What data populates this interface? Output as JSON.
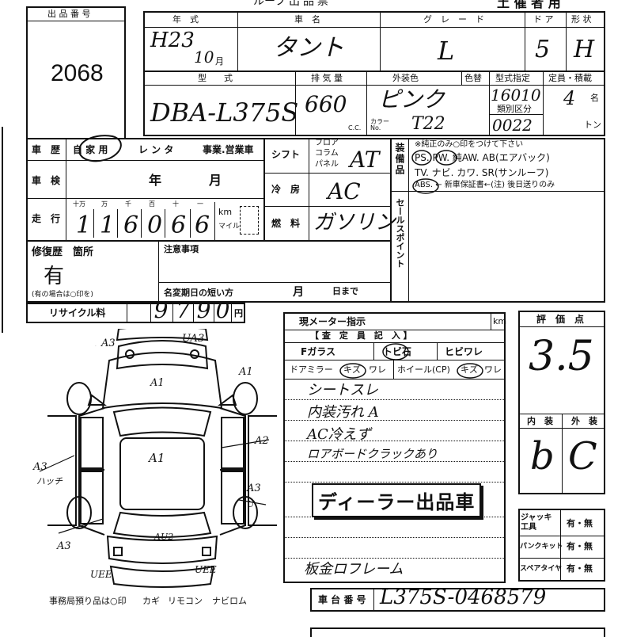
{
  "header": {
    "title_partial": "ルーフ 出 品 票",
    "right_title": "土 催 者 用"
  },
  "lot": {
    "label": "出 品 番 号",
    "number": "2068"
  },
  "top_headers": {
    "year": "年　式",
    "name": "車　名",
    "grade": "グ　レ　ー　ド",
    "doors": "ド ア",
    "shape": "形 状"
  },
  "top_values": {
    "year": "H23",
    "year_month": "10",
    "month_unit": "月",
    "name": "タント",
    "grade": "L",
    "doors": "5",
    "shape": "H"
  },
  "spec_headers": {
    "model": "型　　式",
    "displacement": "排 気 量",
    "exterior_color": "外装色",
    "color_number": "色替",
    "type_designation": "型式指定",
    "capacity": "定員・積載",
    "category": "類別区分"
  },
  "spec_values": {
    "model": "DBA-L375S",
    "displacement": "660",
    "cc_unit": "C.C.",
    "color": "ピンク",
    "color_no_label": "カラー No.",
    "color_no": "T22",
    "type_designation": "16010",
    "category": "0022",
    "capacity": "4",
    "capacity_unit": "名",
    "load_unit": "トン"
  },
  "history": {
    "label": "車　歴",
    "options": [
      "自 家 用",
      "レ ン タ",
      "事業.営業車"
    ]
  },
  "inspection": {
    "label": "車　検",
    "year_unit": "年",
    "month_unit": "月"
  },
  "mileage": {
    "label": "走　行",
    "place_labels": [
      "十万",
      "万",
      "千",
      "百",
      "十",
      "一"
    ],
    "digits": [
      "1",
      "1",
      "6",
      "0",
      "6",
      "6"
    ],
    "unit_km": "km",
    "unit_mile": "マイル"
  },
  "shift": {
    "label": "シフト",
    "options": [
      "フロア",
      "コラム",
      "パネル"
    ],
    "value": "AT"
  },
  "aircon": {
    "label": "冷　房",
    "value": "AC"
  },
  "fuel": {
    "label": "燃　料",
    "value": "ガソリン"
  },
  "equipment": {
    "label": "装備品",
    "note": "※純正のみ○印をつけて下さい",
    "line1": "PS. PW. 純AW. AB(エアバック)",
    "line2": "TV. ナビ. カワ. SR(サンルーフ)",
    "line3": "ABS. ← 新車保証書←(注) 後日送りのみ"
  },
  "sales_point": {
    "label": "セールスポイント"
  },
  "repair": {
    "label": "修復歴　箇所",
    "value": "有",
    "note": "(有の場合は○印を)"
  },
  "notes": {
    "label": "注意事項",
    "name_change": "名変期日の短い方",
    "month_unit": "月",
    "day_unit": "日まで"
  },
  "recycle": {
    "label": "リサイクル料",
    "digits": [
      "9",
      "7",
      "9",
      "0"
    ],
    "unit": "円"
  },
  "current_meter": {
    "label": "現メーター指示",
    "unit": "km"
  },
  "inspector": {
    "header": "【 査　定　員　記　入 】",
    "row1": [
      "Fガラス",
      "トビ石",
      "ヒビワレ"
    ],
    "row2": [
      "ドアミラー",
      "キズ",
      "ワレ",
      "ホイール(CP)",
      "キズ",
      "ワレ"
    ],
    "remarks": [
      "シートスレ",
      "内装汚れ A",
      "AC冷えず",
      "ロアボードクラックあり"
    ],
    "dealer_stamp": "ディーラー出品車",
    "bottom_note": "板金ロフレーム"
  },
  "score": {
    "label": "評　価　点",
    "value": "3.5",
    "interior_label": "内　装",
    "exterior_label": "外　装",
    "interior": "b",
    "exterior": "C"
  },
  "accessories": {
    "items": [
      {
        "label": "ジャッキ工具",
        "options": "有・無"
      },
      {
        "label": "パンクキット",
        "options": "有・無"
      },
      {
        "label": "スペアタイヤ",
        "options": "有・無"
      }
    ]
  },
  "chassis": {
    "label": "車 台 番 号",
    "value": "L375S-0468579"
  },
  "office_note": {
    "label": "事務局預り品は○印",
    "items": [
      "カギ",
      "リモコン",
      "ナビロム"
    ]
  },
  "diagram": {
    "marks": [
      "A3",
      "UA3",
      "A1",
      "A1",
      "A1",
      "A2",
      "A3",
      "ハッチ",
      "A3",
      "A3",
      "U",
      "AU2",
      "A3",
      "UEE",
      "UEE"
    ]
  }
}
